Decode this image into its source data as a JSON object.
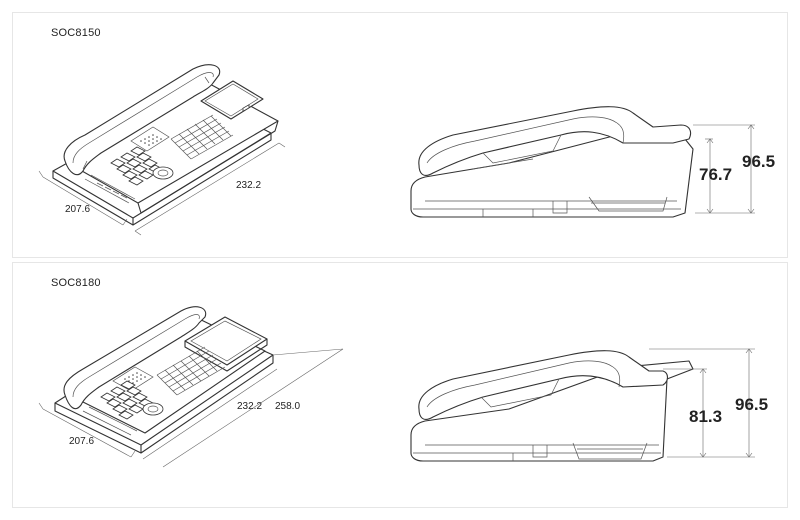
{
  "panels": [
    {
      "model": "SOC8150",
      "depth": "207.6",
      "width_a": "232.2",
      "height_a": "76.7",
      "height_b": "96.5"
    },
    {
      "model": "SOC8180",
      "depth": "207.6",
      "width_a": "232.2",
      "width_b": "258.0",
      "height_a": "81.3",
      "height_b": "96.5"
    }
  ]
}
